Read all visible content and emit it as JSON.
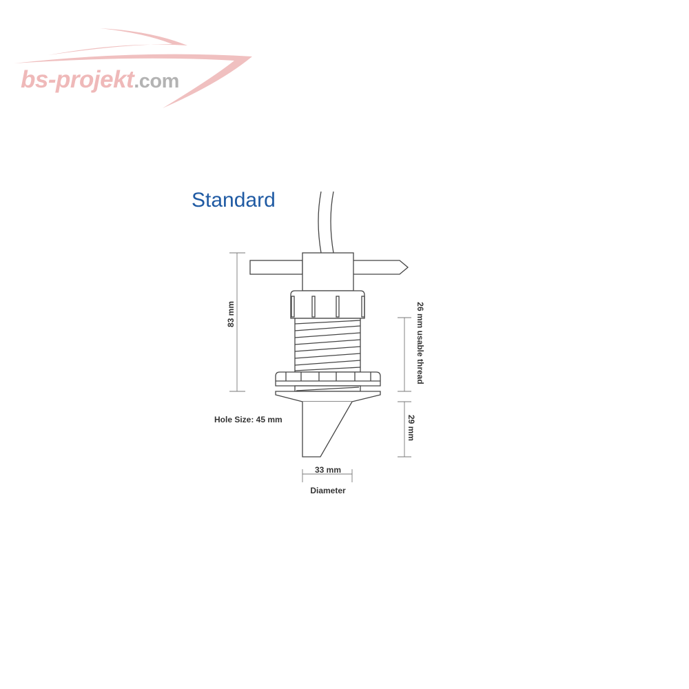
{
  "logo": {
    "name": "bs-projekt",
    "suffix": ".com",
    "color": "#efb9b9"
  },
  "title": "Standard",
  "labels": {
    "height": "83 mm",
    "thread": "26 mm usable thread",
    "fin": "29 mm",
    "hole": "Hole Size: 45 mm",
    "diameter_value": "33 mm",
    "diameter_label": "Diameter"
  },
  "colors": {
    "title": "#1f5aa3",
    "line": "#444444"
  }
}
